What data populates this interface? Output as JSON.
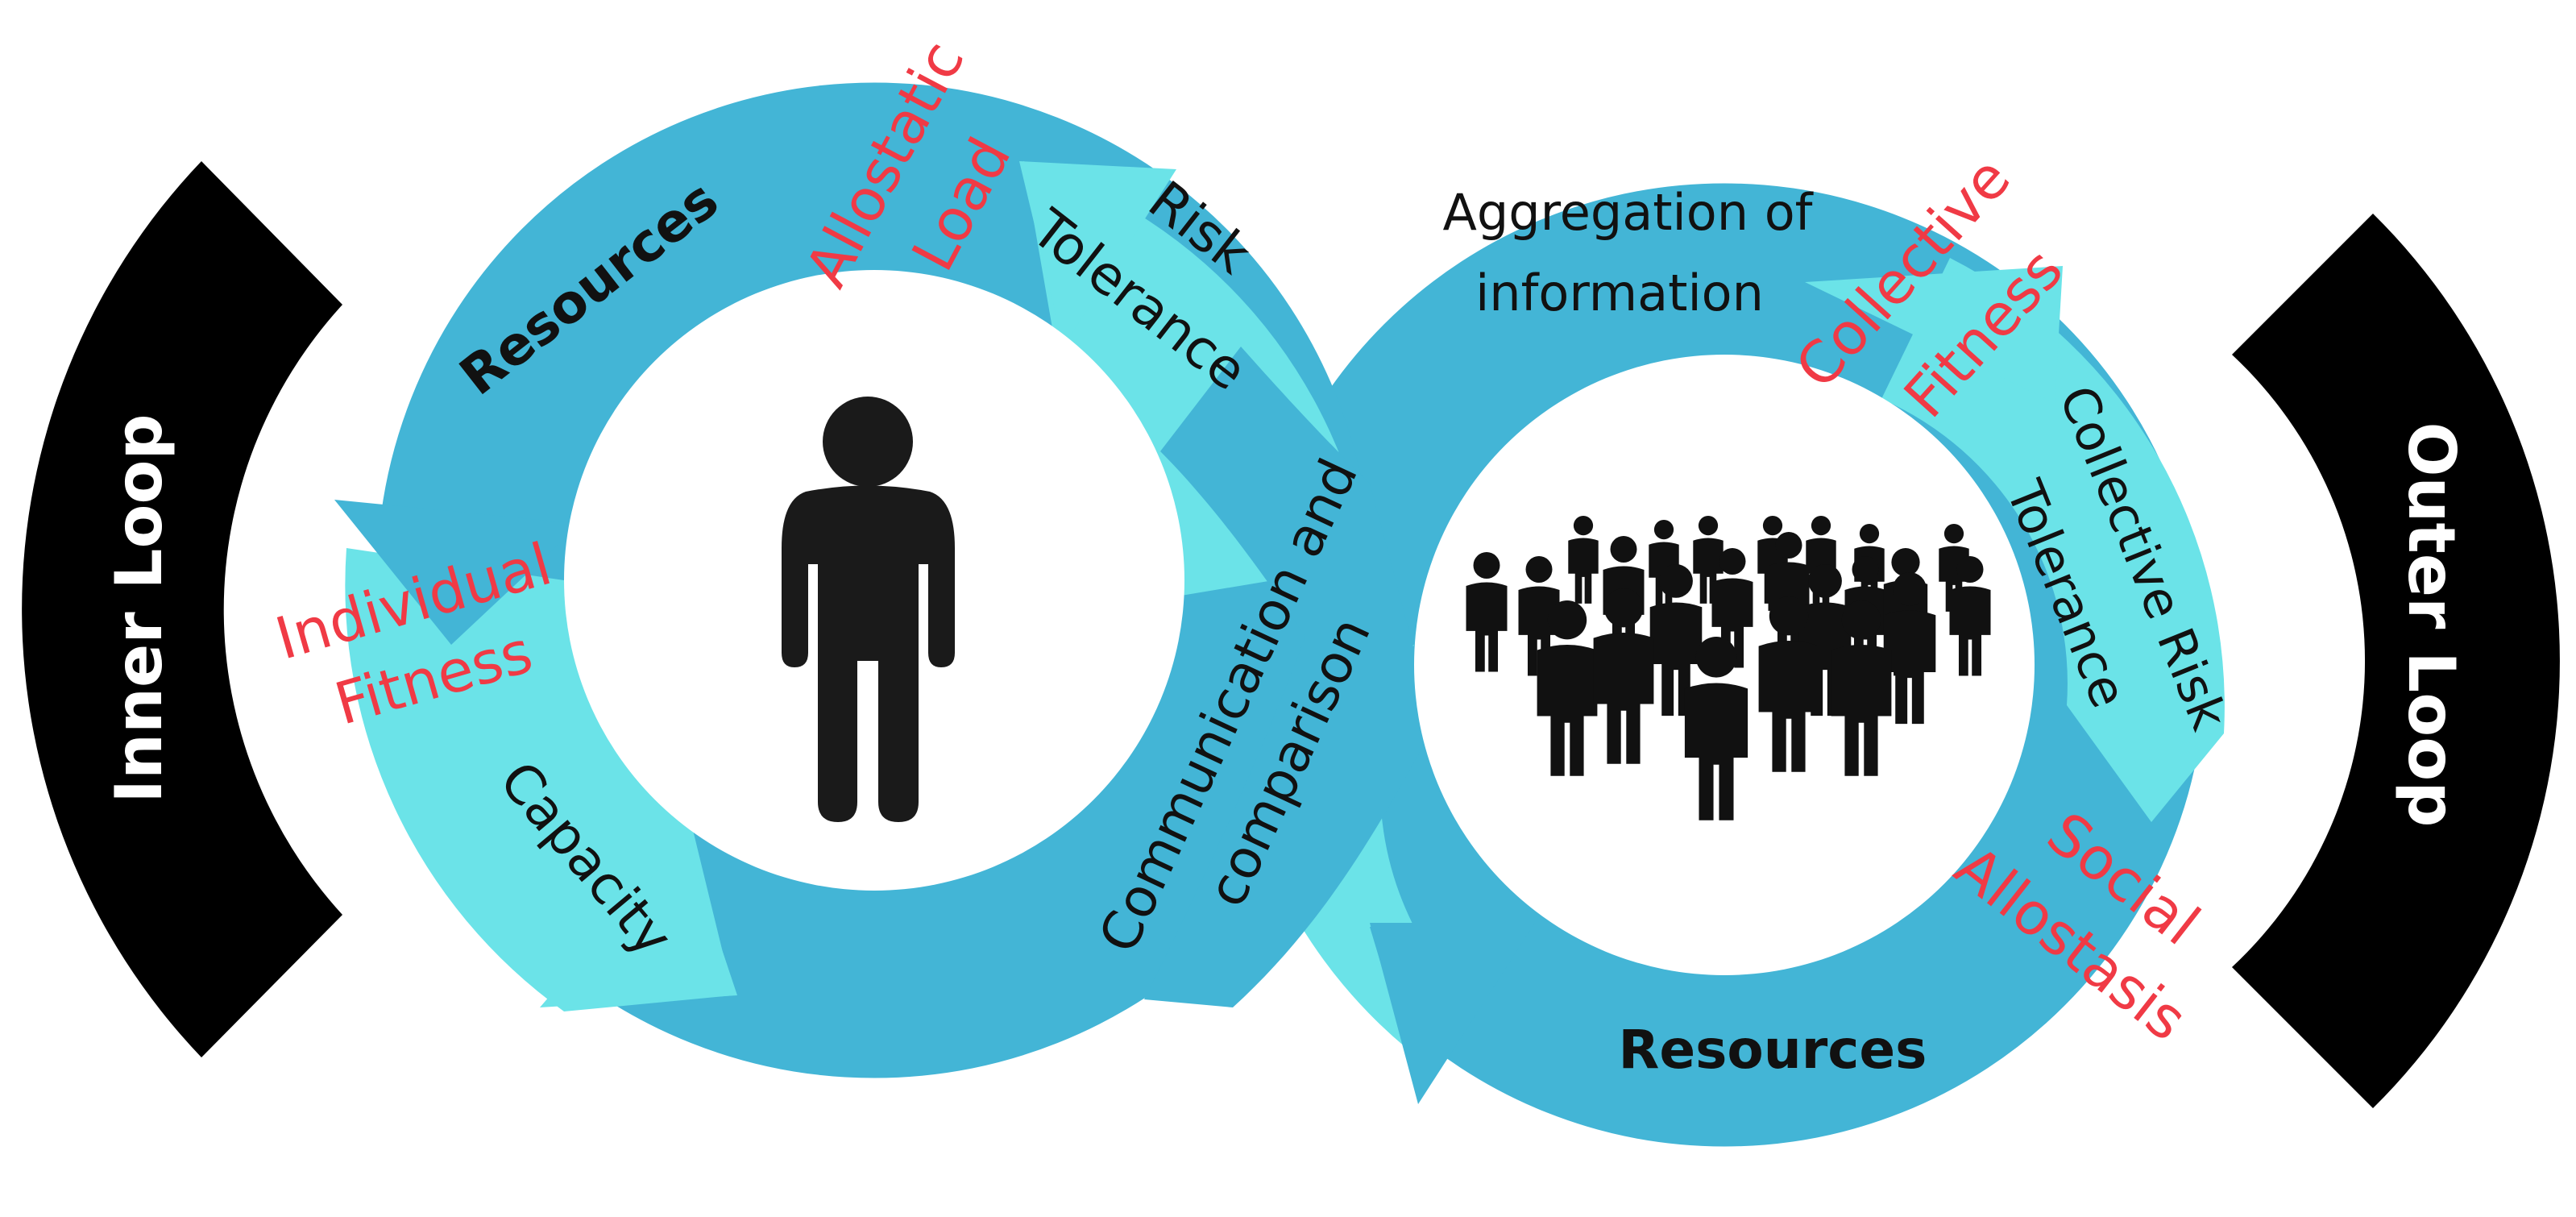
{
  "colors": {
    "ring_dark": "#43b5d6",
    "ring_light": "#6be3e8",
    "bracket": "#000000",
    "emphasis": "#f03a45",
    "text": "#111111"
  },
  "brackets": {
    "left": "Inner Loop",
    "right": "Outer Loop"
  },
  "inner_loop": {
    "resources": "Resources",
    "allostatic_line1": "Allostatic",
    "allostatic_line2": "Load",
    "risk_line1": "Risk",
    "risk_line2": "Tolerance",
    "fitness_line1": "Individual",
    "fitness_line2": "Fitness",
    "capacity": "Capacity",
    "center_icon": "person-icon"
  },
  "bridge": {
    "line1": "Communication and",
    "line2": "comparison"
  },
  "outer_loop": {
    "aggregation_line1": "Aggregation of",
    "aggregation_line2": "information",
    "collective_fitness_line1": "Collective",
    "collective_fitness_line2": "Fitness",
    "collective_risk_line1": "Collective Risk",
    "collective_risk_line2": "Tolerance",
    "social_line1": "Social",
    "social_line2": "Allostasis",
    "resources": "Resources",
    "center_icon": "crowd-icon"
  }
}
